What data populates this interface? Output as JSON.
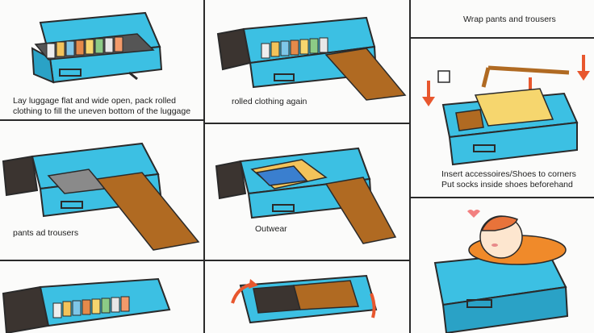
{
  "captions": {
    "step1": [
      "Lay luggage flat and wide open, pack rolled",
      "clothing to fill the uneven bottom of the luggage"
    ],
    "step2": "rolled clothing again",
    "step3": "Wrap pants and trousers",
    "step4": "pants ad trousers",
    "step5": "Outwear",
    "step6": [
      "Insert accessoires/Shoes to corners",
      "Put socks inside shoes beforehand"
    ]
  },
  "colors": {
    "suitcase": "#3cc0e3",
    "suitcase_dark": "#2aa2c6",
    "outline": "#2a2a2a",
    "pants": "#b06a22",
    "arrow": "#e8572e"
  }
}
